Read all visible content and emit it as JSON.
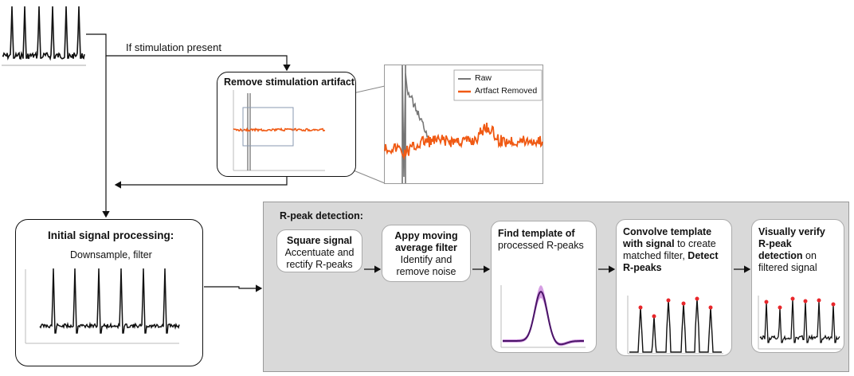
{
  "branch_label": "If stimulation present",
  "artifact": {
    "title": "Remove stimulation artifact",
    "legend": [
      "Raw",
      "Artfact Removed"
    ],
    "colors": {
      "raw": "#707070",
      "removed": "#f05a14"
    }
  },
  "initial": {
    "title": "Initial signal processing:",
    "subtitle": "Downsample, filter"
  },
  "rpeak": {
    "title": "R-peak detection:",
    "steps": [
      {
        "bold": "Square signal",
        "rest": "Accentuate and rectify R-peaks"
      },
      {
        "bold": "Appy moving average filter",
        "rest": "Identify and remove noise"
      },
      {
        "bold": "Find template of",
        "rest": "processed R-peaks"
      },
      {
        "bold1": "Convolve template with signal",
        "mid": " to create matched filter, ",
        "bold2": "Detect R-peaks"
      },
      {
        "bold": "Visually verify R-peak detection",
        "rest": " on filtered signal"
      }
    ],
    "colors": {
      "template": "#4a1468",
      "band": "#c77ed9",
      "peak": "#e8262a"
    }
  }
}
